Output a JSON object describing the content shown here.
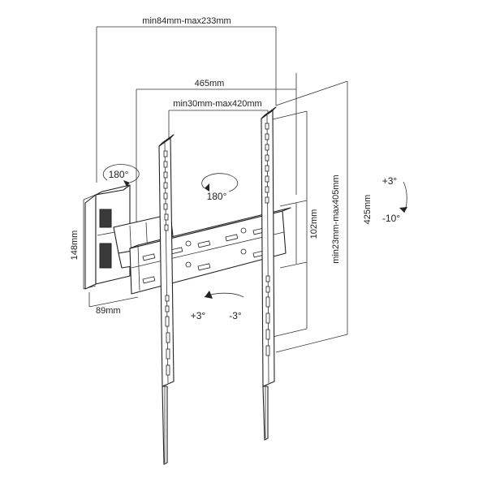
{
  "labels": {
    "depth": "min84mm-max233mm",
    "vesa_horizontal": "465mm",
    "adapter_spacing": "min30mm-max420mm",
    "vesa_vertical_range": "min23mm-max405mm",
    "vesa_vertical": "425mm",
    "rail_height": "102mm",
    "wall_plate_height": "148mm",
    "wall_plate_width": "89mm",
    "swivel_arm": "180°",
    "swivel_center": "180°",
    "tilt_up": "+3°",
    "tilt_down": "-10°",
    "level_plus": "+3°",
    "level_minus": "-3°"
  },
  "colors": {
    "line": "#222222",
    "background": "#ffffff"
  }
}
